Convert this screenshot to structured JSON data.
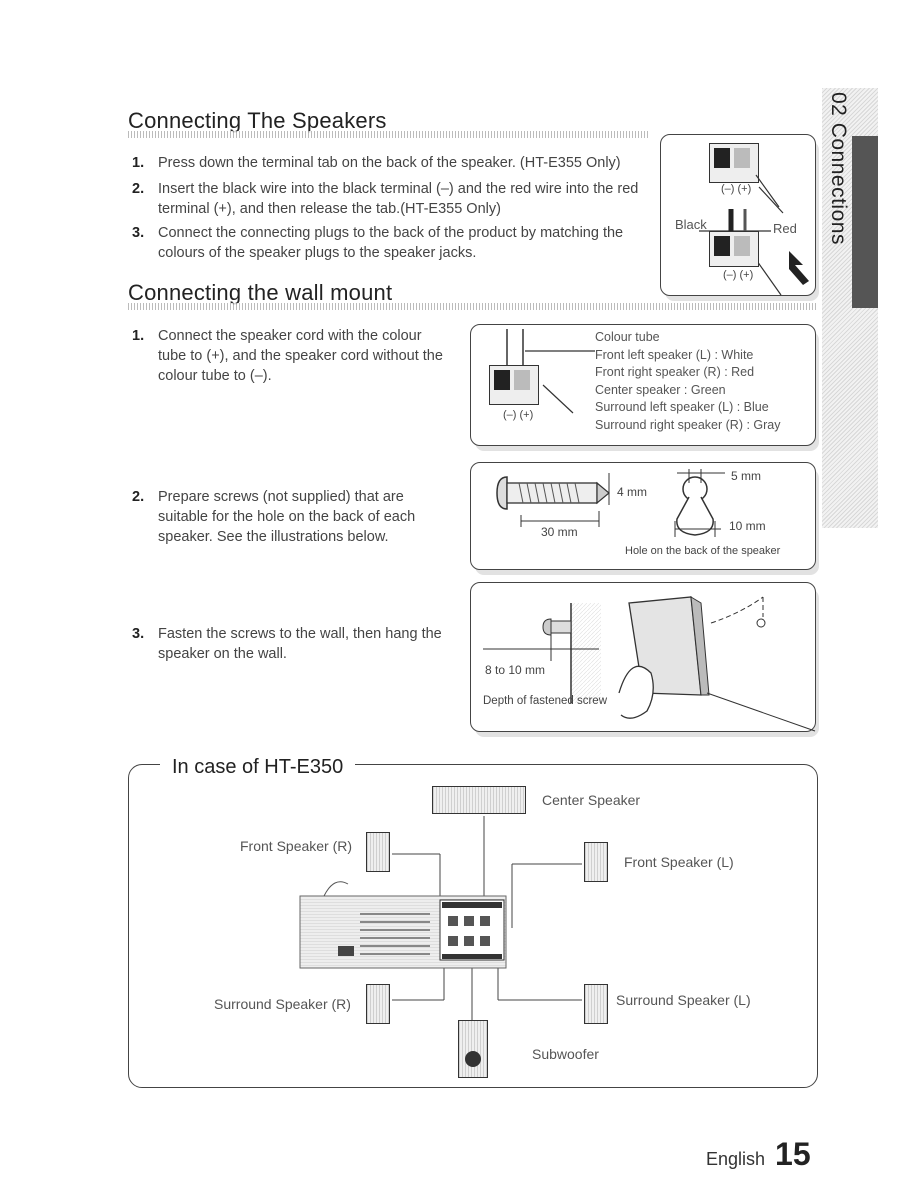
{
  "side_tab": {
    "number": "02",
    "label": "Connections"
  },
  "section1": {
    "title": "Connecting The Speakers",
    "steps": [
      {
        "num": "1.",
        "text": "Press down the terminal tab on the back of the speaker. (HT-E355 Only)"
      },
      {
        "num": "2.",
        "text": "Insert the black wire into the black terminal (–) and the red wire into the red terminal (+), and then release the tab.(HT-E355 Only)"
      },
      {
        "num": "3.",
        "text": "Connect the connecting plugs to the back of the product by matching the colours of the speaker plugs to the speaker jacks."
      }
    ],
    "figure": {
      "black": "Black",
      "red": "Red",
      "polarity": "(–) (+)"
    }
  },
  "section2": {
    "title": "Connecting the wall mount",
    "steps": [
      {
        "num": "1.",
        "text": "Connect the speaker cord with the colour tube to (+), and the speaker cord without the colour tube to (–)."
      },
      {
        "num": "2.",
        "text": "Prepare screws (not supplied) that are suitable for the hole on the back of each speaker. See the illustrations below."
      },
      {
        "num": "3.",
        "text": "Fasten the screws to the wall, then hang the speaker on the wall."
      }
    ],
    "colour_panel": {
      "polarity": "(–) (+)",
      "lines": [
        "Colour tube",
        "Front left speaker (L) : White",
        "Front right speaker (R) : Red",
        "Center speaker : Green",
        "Surround left speaker (L) : Blue",
        "Surround right speaker (R) : Gray"
      ]
    },
    "screw_panel": {
      "dim_4mm": "4 mm",
      "dim_30mm": "30 mm",
      "dim_5mm": "5 mm",
      "dim_10mm": "10 mm",
      "caption": "Hole on the back of the speaker"
    },
    "wall_panel": {
      "depth": "8 to 10 mm",
      "caption": "Depth of fastened screw"
    }
  },
  "case_box": {
    "title": "In case of HT-E350",
    "labels": {
      "center": "Center Speaker",
      "front_r": "Front Speaker (R)",
      "front_l": "Front Speaker (L)",
      "surround_r": "Surround Speaker (R)",
      "surround_l": "Surround Speaker (L)",
      "subwoofer": "Subwoofer"
    }
  },
  "footer": {
    "language": "English",
    "page": "15"
  }
}
